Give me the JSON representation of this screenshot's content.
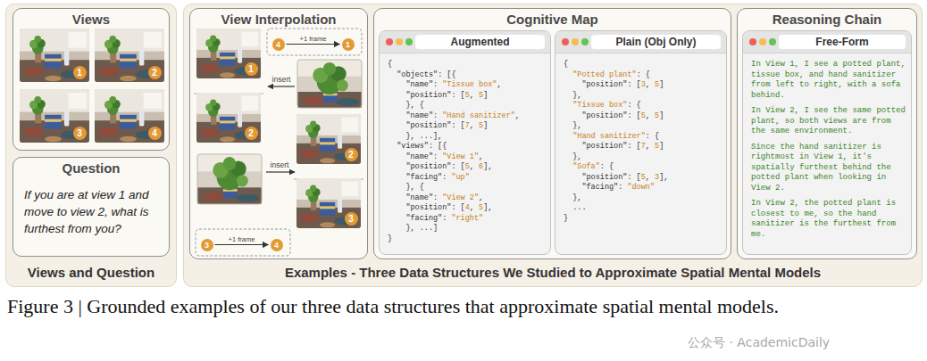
{
  "diagram": {
    "caption": "Figure 3 | Grounded examples of our three data structures that approximate spatial mental models.",
    "nodes": [
      {
        "text": [
          "Views and Question"
        ]
      },
      {
        "text": [
          "Views"
        ],
        "in": 0
      },
      {
        "text": [
          "1"
        ],
        "in": 1
      },
      {
        "text": [
          "2"
        ],
        "in": 1
      },
      {
        "text": [
          "3"
        ],
        "in": 1
      },
      {
        "text": [
          "4"
        ],
        "in": 1
      },
      {
        "text": [
          "Question",
          "If you are at view 1 and move to view 2, what is furthest from you?"
        ],
        "in": 0
      },
      {
        "text": [
          "Examples - Three Data Structures We Studied to Approximate Spatial Mental Models"
        ]
      },
      {
        "text": [
          "View Interpolation"
        ],
        "in": 7
      },
      {
        "text": [
          "4"
        ],
        "in": 8
      },
      {
        "text": [
          "1"
        ],
        "in": 8
      },
      {
        "text": [
          "1"
        ],
        "in": 8
      },
      {
        "text": [
          "2"
        ],
        "in": 8
      },
      {
        "text": [
          "2"
        ],
        "in": 8
      },
      {
        "text": [
          "3"
        ],
        "in": 8
      },
      {
        "text": [
          "3"
        ],
        "in": 8
      },
      {
        "text": [
          "4"
        ],
        "in": 8
      },
      {
        "text": [
          "Cognitive Map"
        ],
        "in": 7
      },
      {
        "text": [
          "Augmented",
          "{",
          "  \"objects\": [{",
          "    \"name\": \"Tissue box\",",
          "    \"position\": [5, 5]",
          "    }, {",
          "    \"name\": \"Hand sanitizer\",",
          "    \"position\": [7, 5]",
          "    }, ...],",
          "  \"views\": [{",
          "    \"name\": \"View 1\",",
          "    \"position\": [5, 6],",
          "    \"facing\": \"up\"",
          "    }, {",
          "    \"name\": \"View 2\",",
          "    \"position\": [4, 5],",
          "    \"facing\": \"right\"",
          "    }, ...]",
          "}"
        ],
        "in": 17
      },
      {
        "text": [
          "Plain (Obj Only)",
          "{",
          "  \"Potted plant\": {",
          "    \"position\": [3, 5]",
          "  },",
          "  \"Tissue box\": {",
          "    \"position\": [5, 5]",
          "  },",
          "  \"Hand sanitizer\": {",
          "    \"position\": [7, 5]",
          "  },",
          "  \"Sofa\": {",
          "    \"position\": [5, 3],",
          "    \"facing\": \"down\"",
          "  },",
          "  ...",
          "}"
        ],
        "in": 17
      },
      {
        "text": [
          "Reasoning Chain"
        ],
        "in": 7
      },
      {
        "text": [
          "Free-Form",
          "In View 1, I see a potted plant, tissue box, and hand sanitizer from left to right, with a sofa behind.",
          "In View 2, I see the same potted plant, so both views are from the same environment.",
          "Since the hand sanitizer is rightmost in View 1, it's spatially furthest behind the potted plant when looking in View 2.",
          "In View 2, the potted plant is closest to me, so the hand sanitizer is the furthest from me."
        ],
        "in": 20
      }
    ],
    "edges": [
      {
        "from": 9,
        "to": 10,
        "label": "+1 frame",
        "arrow": "to"
      },
      {
        "from": 15,
        "to": 16,
        "label": "+1 frame",
        "arrow": "to"
      }
    ],
    "labels": [
      "insert",
      "insert",
      "公众号 · AcademicDaily"
    ]
  }
}
